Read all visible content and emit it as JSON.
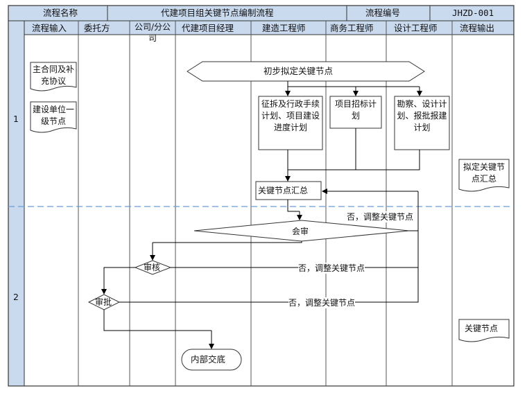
{
  "header": {
    "process_name_label": "流程名称",
    "process_name_value": "代建项目组关键节点编制流程",
    "process_no_label": "流程编号",
    "process_no_value": "JHZD-001"
  },
  "lanes": [
    "流程输入",
    "委托方",
    "公司/分公司",
    "代建项目经理",
    "建造工程师",
    "商务工程师",
    "设计工程师",
    "流程输出"
  ],
  "phases": [
    "1",
    "2"
  ],
  "nodes": {
    "input_contract": "主合同及补充协议",
    "input_owner_nodes": "建设单位一级节点",
    "draft_key_nodes": "初步拟定关键节点",
    "construction_plan": "征拆及行政手续计划、项目建设进度计划",
    "bidding_plan": "项目招标计划",
    "design_plan": "勘察、设计计划、报批报建计划",
    "key_node_summary": "关键节点汇总",
    "joint_review": "会审",
    "company_review": "审核",
    "client_approve": "审批",
    "internal_handover": "内部交底",
    "output_draft_summary": "拟定关键节点汇总",
    "output_key_nodes": "关键节点"
  },
  "edge_labels": {
    "reject_review": "否，调整关键节点",
    "reject_company": "否，调整关键节点",
    "reject_client": "否，调整关键节点"
  },
  "colors": {
    "header_bg": "#c9d9ee",
    "line": "#000000",
    "lane_line": "#555555",
    "phase_divider": "#6f9bd6"
  }
}
